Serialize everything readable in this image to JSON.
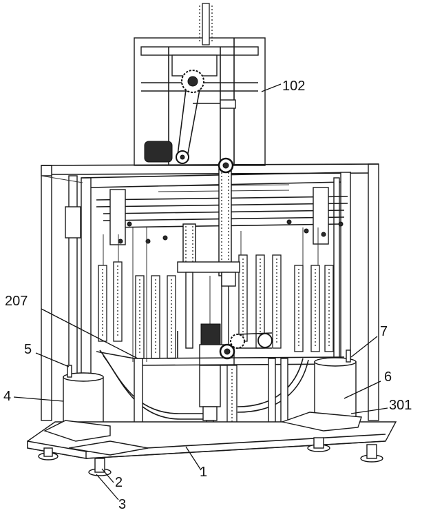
{
  "figure": {
    "callouts": [
      {
        "id": "102",
        "text": "102"
      },
      {
        "id": "207",
        "text": "207"
      },
      {
        "id": "7",
        "text": "7"
      },
      {
        "id": "5",
        "text": "5"
      },
      {
        "id": "6",
        "text": "6"
      },
      {
        "id": "4",
        "text": "4"
      },
      {
        "id": "301",
        "text": "301"
      },
      {
        "id": "1",
        "text": "1"
      },
      {
        "id": "2",
        "text": "2"
      },
      {
        "id": "3",
        "text": "3"
      }
    ]
  }
}
